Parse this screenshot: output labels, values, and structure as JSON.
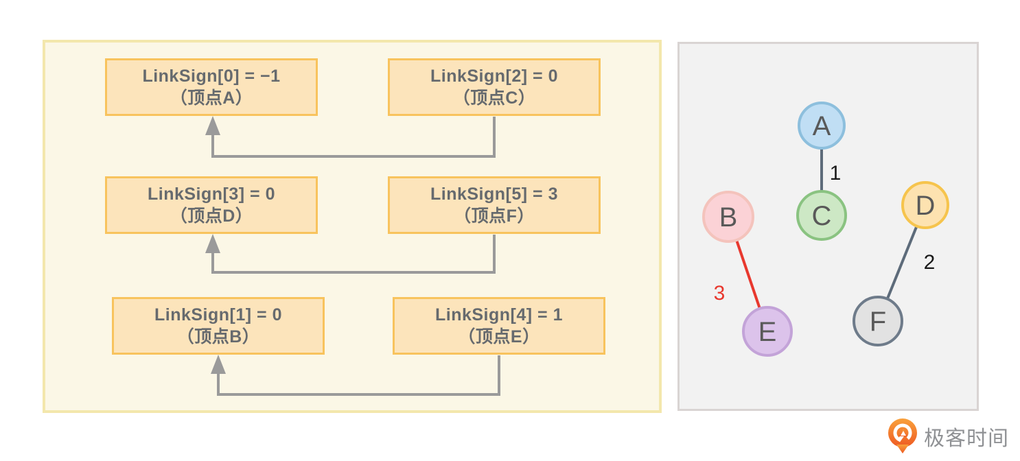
{
  "left_panel": {
    "panel_fill": "#fbf7e6",
    "panel_border": "#f3e7ac",
    "box_fill": "#fce4bb",
    "box_border": "#f8c35d",
    "text_color": "#666a6e",
    "connector_color": "#9a9a9a",
    "boxes": [
      {
        "line1": "LinkSign[0] = −1",
        "line2": "（顶点A）"
      },
      {
        "line1": "LinkSign[2] = 0",
        "line2": "（顶点C）"
      },
      {
        "line1": "LinkSign[3] = 0",
        "line2": "（顶点D）"
      },
      {
        "line1": "LinkSign[5] = 3",
        "line2": "（顶点F）"
      },
      {
        "line1": "LinkSign[1] = 0",
        "line2": "（顶点B）"
      },
      {
        "line1": "LinkSign[4] = 1",
        "line2": "（顶点E）"
      }
    ]
  },
  "graph_panel": {
    "panel_fill": "#f2f2f2",
    "panel_border": "#d9d4d3",
    "node_letter_color": "#595959",
    "nodes": [
      {
        "label": "A",
        "fill": "#c0def4",
        "stroke": "#8dbfdd"
      },
      {
        "label": "B",
        "fill": "#fbd2d6",
        "stroke": "#f4c3bc"
      },
      {
        "label": "C",
        "fill": "#cde8c5",
        "stroke": "#8ac381"
      },
      {
        "label": "D",
        "fill": "#fde2b0",
        "stroke": "#f6c44d"
      },
      {
        "label": "E",
        "fill": "#dcc3eb",
        "stroke": "#c3a3d8"
      },
      {
        "label": "F",
        "fill": "#e2e2e2",
        "stroke": "#6e7b8a"
      }
    ],
    "edges": [
      {
        "from": "A",
        "to": "C",
        "weight": "1",
        "color": "#5d6b7a",
        "label_color": "#1a1a1a"
      },
      {
        "from": "D",
        "to": "F",
        "weight": "2",
        "color": "#5d6b7a",
        "label_color": "#1a1a1a"
      },
      {
        "from": "B",
        "to": "E",
        "weight": "3",
        "color": "#e8382e",
        "label_color": "#e8382e"
      }
    ]
  },
  "logo": {
    "text": "极客时间",
    "icon_color_top": "#f9a13b",
    "icon_color_bottom": "#ee5a23"
  }
}
